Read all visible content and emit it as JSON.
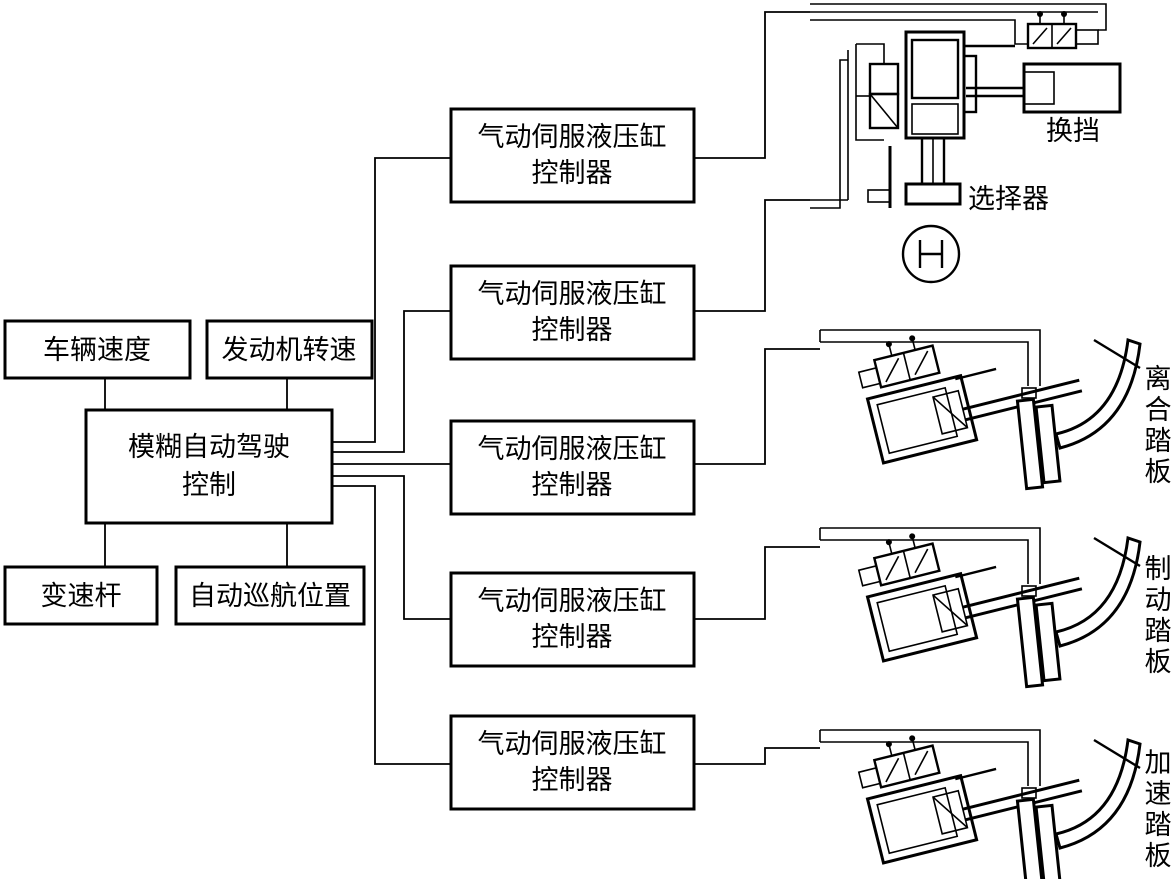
{
  "inputs": {
    "vehicle_speed": "车辆速度",
    "engine_speed": "发动机转速",
    "gear_lever": "变速杆",
    "cruise_position": "自动巡航位置"
  },
  "center": {
    "line1": "模糊自动驾驶",
    "line2": "控制"
  },
  "controllers": [
    {
      "line1": "气动伺服液压缸",
      "line2": "控制器"
    },
    {
      "line1": "气动伺服液压缸",
      "line2": "控制器"
    },
    {
      "line1": "气动伺服液压缸",
      "line2": "控制器"
    },
    {
      "line1": "气动伺服液压缸",
      "line2": "控制器"
    },
    {
      "line1": "气动伺服液压缸",
      "line2": "控制器"
    }
  ],
  "actuators": {
    "shift": "换挡",
    "selector": "选择器",
    "clutch_pedal": [
      "离",
      "合",
      "踏",
      "板"
    ],
    "brake_pedal": [
      "制",
      "动",
      "踏",
      "板"
    ],
    "accel_pedal": [
      "加",
      "速",
      "踏",
      "板"
    ]
  }
}
